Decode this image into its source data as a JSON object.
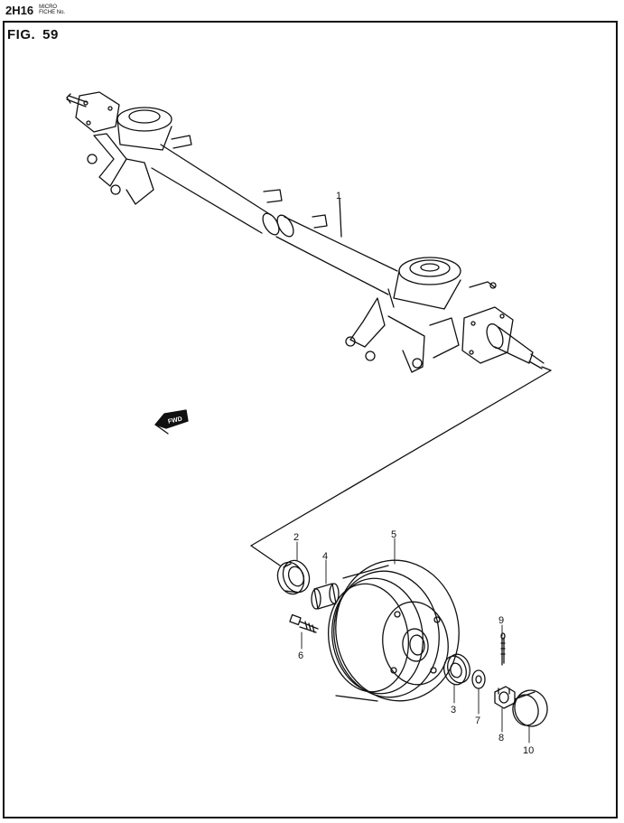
{
  "header": {
    "page_code": "2H16",
    "micro_line1": "MICRO",
    "micro_line2": "FICHE No."
  },
  "figure": {
    "label": "FIG.",
    "number": "59"
  },
  "direction_arrow": {
    "text": "FWD",
    "icon": "fwd-arrow-icon"
  },
  "callouts": [
    "1",
    "2",
    "3",
    "4",
    "5",
    "6",
    "7",
    "8",
    "9",
    "10"
  ]
}
